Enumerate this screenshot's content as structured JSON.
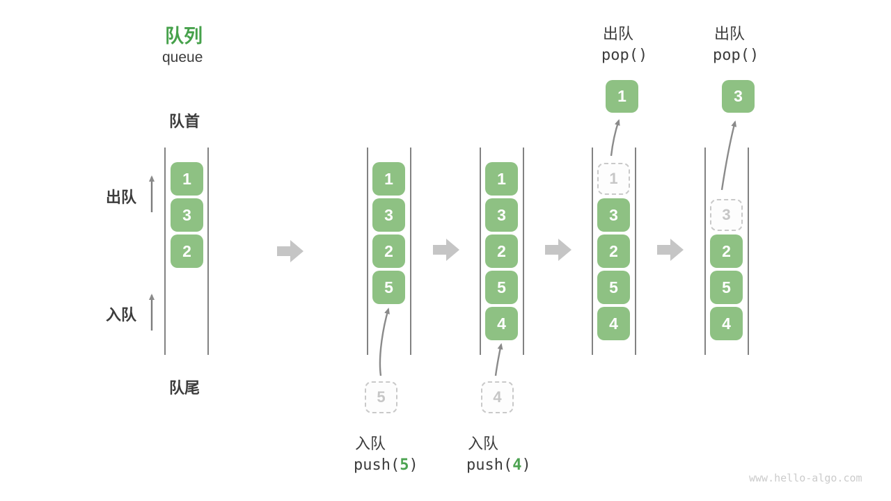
{
  "title": {
    "cn": "队列",
    "en": "queue"
  },
  "labels": {
    "front": "队首",
    "rear": "队尾",
    "dequeue_side": "出队",
    "enqueue_side": "入队"
  },
  "colors": {
    "box_green": "#8EC183",
    "title_green": "#46A14B",
    "code_arg_green": "#4CA351",
    "dashed_gray": "#c9c9c9",
    "arrow_gray": "#8a8a8a",
    "block_arrow_gray": "#c5c5c5",
    "queue_line": "#4d4d4d",
    "text_dark": "#3c3c3c",
    "watermark_gray": "#cbcbcb"
  },
  "stages": [
    {
      "cells": [
        {
          "value": "1"
        },
        {
          "value": "3"
        },
        {
          "value": "2"
        }
      ]
    },
    {
      "cells": [
        {
          "value": "1"
        },
        {
          "value": "3"
        },
        {
          "value": "2"
        },
        {
          "value": "5"
        }
      ],
      "staged": {
        "value": "5"
      }
    },
    {
      "cells": [
        {
          "value": "1"
        },
        {
          "value": "3"
        },
        {
          "value": "2"
        },
        {
          "value": "5"
        },
        {
          "value": "4"
        }
      ],
      "staged": {
        "value": "4"
      }
    },
    {
      "cells": [
        {
          "value": "1",
          "state": "removed"
        },
        {
          "value": "3"
        },
        {
          "value": "2"
        },
        {
          "value": "5"
        },
        {
          "value": "4"
        }
      ],
      "popped": {
        "value": "1"
      }
    },
    {
      "cells": [
        {
          "value": "3",
          "state": "removed"
        },
        {
          "value": "2"
        },
        {
          "value": "5"
        },
        {
          "value": "4"
        }
      ],
      "popped": {
        "value": "3"
      }
    }
  ],
  "operations": {
    "push5": {
      "label": "入队",
      "code_pre": "push(",
      "code_arg": "5",
      "code_post": ")"
    },
    "push4": {
      "label": "入队",
      "code_pre": "push(",
      "code_arg": "4",
      "code_post": ")"
    },
    "pop1": {
      "label": "出队",
      "code": "pop()"
    },
    "pop2": {
      "label": "出队",
      "code": "pop()"
    }
  },
  "watermark": "www.hello-algo.com"
}
